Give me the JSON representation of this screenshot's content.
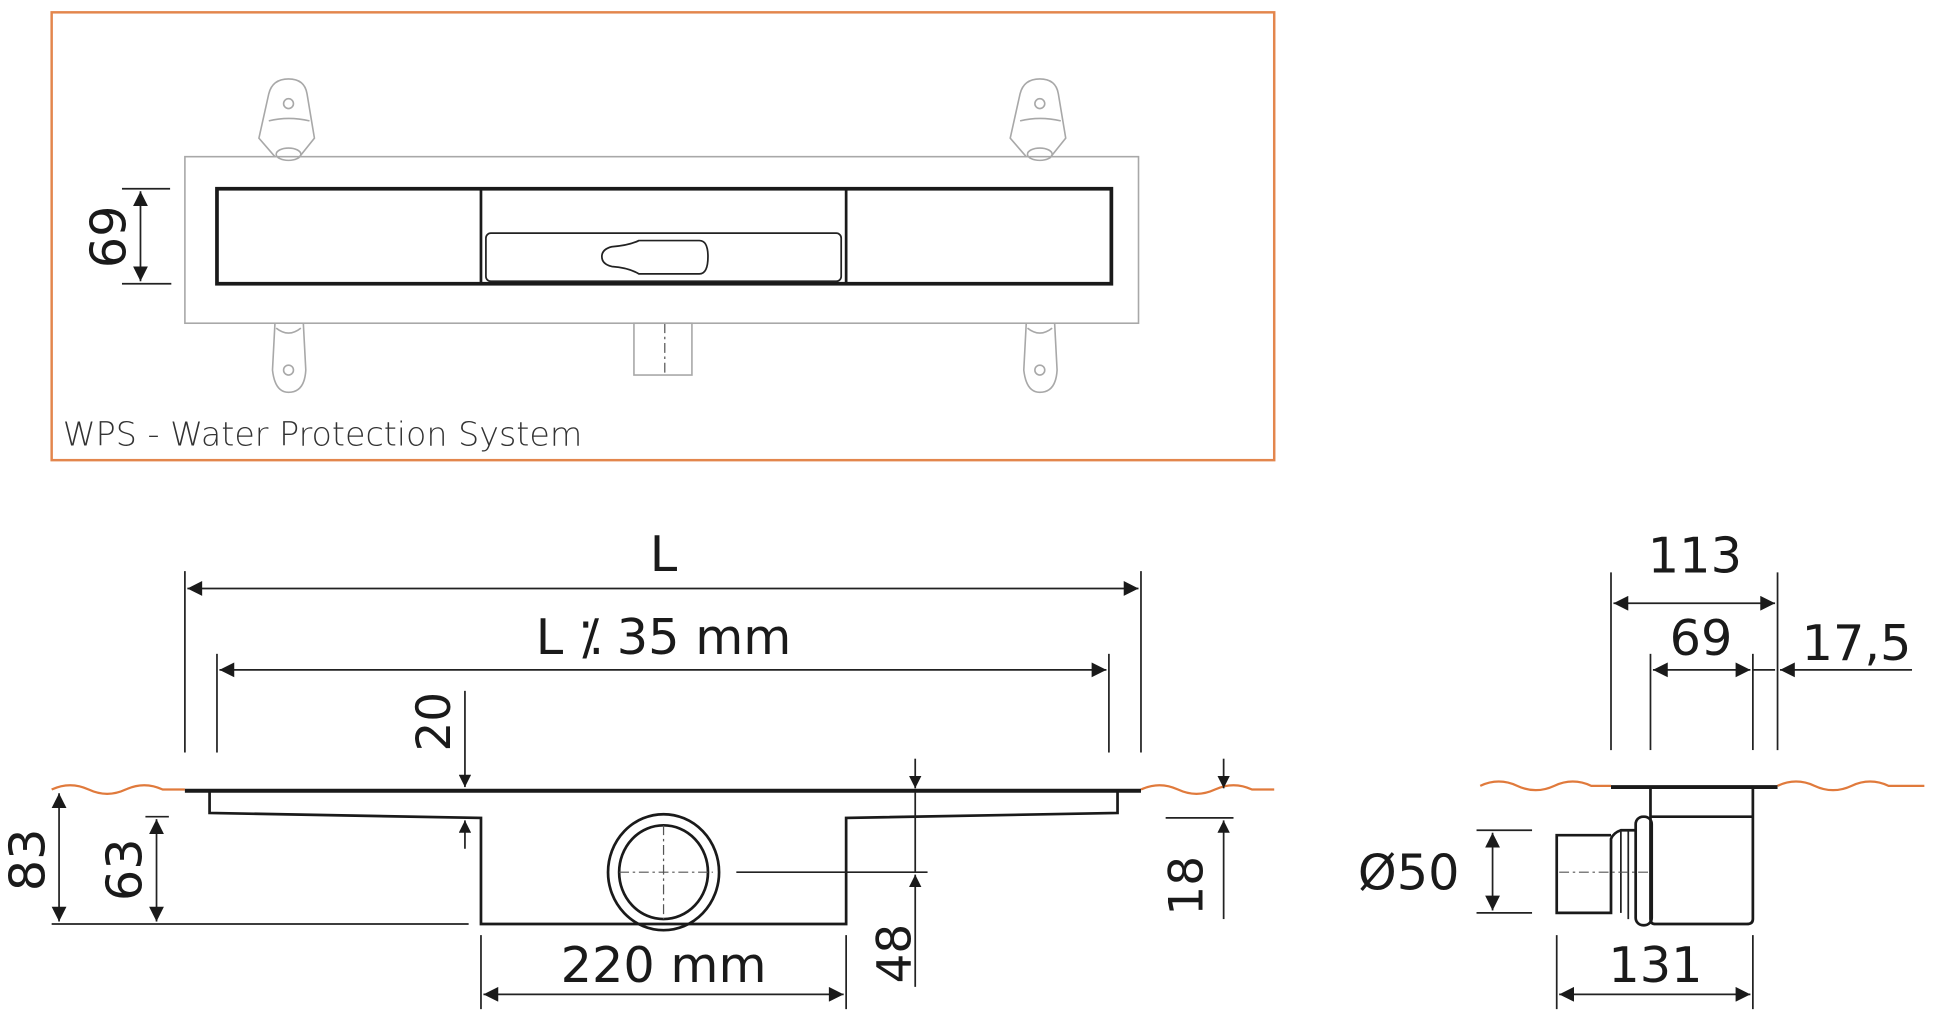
{
  "plan_view": {
    "caption": "WPS - Water Protection System",
    "dim_width": "69",
    "frame_color": "#e3864d"
  },
  "section_view": {
    "dim_total_length": "L",
    "dim_grate_length": "L ⁒ 35 mm",
    "dim_top_offset": "20",
    "dim_total_height": "83",
    "dim_body_height": "63",
    "dim_flange_depth": "18",
    "dim_outlet_height": "48",
    "dim_sump_width": "220 mm"
  },
  "side_view": {
    "dim_overall_width": "113",
    "dim_channel_width": "69",
    "dim_flange": "17,5",
    "dim_pipe_diameter": "Ø50",
    "dim_overall_depth": "131"
  },
  "colors": {
    "floor_line": "#e07a3c",
    "line": "#1a1a1a",
    "light_line": "#a8a8a8"
  }
}
